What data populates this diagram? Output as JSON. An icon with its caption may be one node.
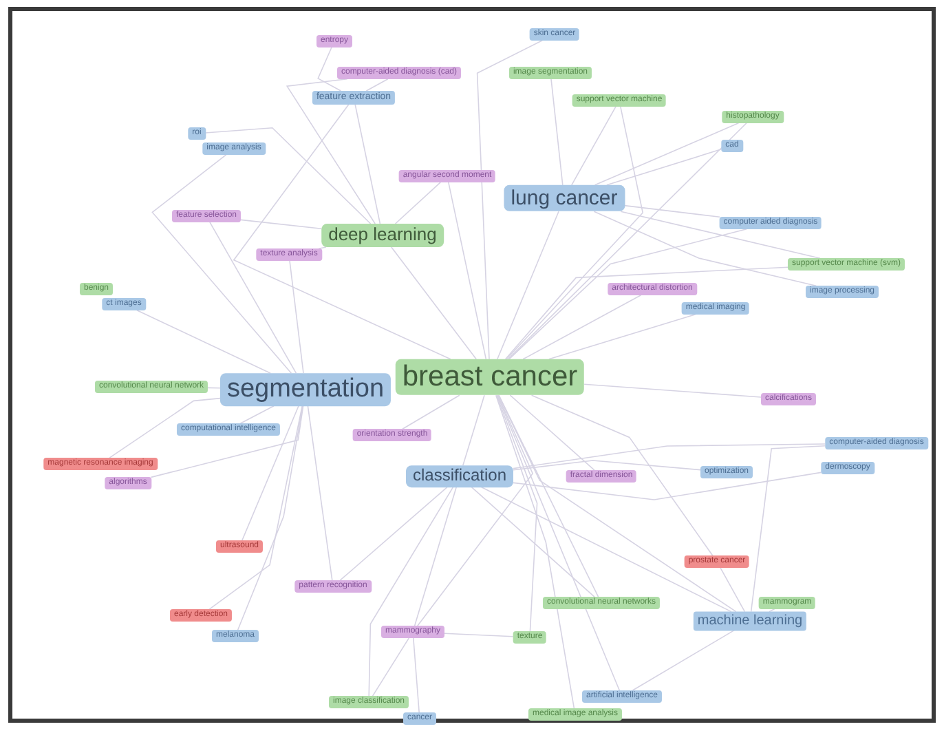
{
  "diagram": {
    "nodes": [
      {
        "text": [
          "skin cancer"
        ]
      },
      {
        "text": [
          "entropy"
        ]
      },
      {
        "text": [
          "computer-aided diagnosis (cad)"
        ]
      },
      {
        "text": [
          "image segmentation"
        ]
      },
      {
        "text": [
          "feature extraction"
        ]
      },
      {
        "text": [
          "support vector machine"
        ]
      },
      {
        "text": [
          "histopathology"
        ]
      },
      {
        "text": [
          "roi"
        ]
      },
      {
        "text": [
          "cad"
        ]
      },
      {
        "text": [
          "image analysis"
        ]
      },
      {
        "text": [
          "angular second moment"
        ]
      },
      {
        "text": [
          "lung cancer"
        ]
      },
      {
        "text": [
          "feature selection"
        ]
      },
      {
        "text": [
          "computer aided diagnosis"
        ]
      },
      {
        "text": [
          "deep learning"
        ]
      },
      {
        "text": [
          "texture analysis"
        ]
      },
      {
        "text": [
          "support vector machine (svm)"
        ]
      },
      {
        "text": [
          "benign"
        ]
      },
      {
        "text": [
          "image processing"
        ]
      },
      {
        "text": [
          "architectural distortion"
        ]
      },
      {
        "text": [
          "ct images"
        ]
      },
      {
        "text": [
          "medical imaging"
        ]
      },
      {
        "text": [
          "breast cancer"
        ]
      },
      {
        "text": [
          "convolutional neural network"
        ]
      },
      {
        "text": [
          "segmentation"
        ]
      },
      {
        "text": [
          "calcifications"
        ]
      },
      {
        "text": [
          "computational intelligence"
        ]
      },
      {
        "text": [
          "orientation strength"
        ]
      },
      {
        "text": [
          "computer-aided diagnosis"
        ]
      },
      {
        "text": [
          "magnetic resonance imaging"
        ]
      },
      {
        "text": [
          "dermoscopy"
        ]
      },
      {
        "text": [
          "optimization"
        ]
      },
      {
        "text": [
          "classification"
        ]
      },
      {
        "text": [
          "fractal dimension"
        ]
      },
      {
        "text": [
          "algorithms"
        ]
      },
      {
        "text": [
          "ultrasound"
        ]
      },
      {
        "text": [
          "prostate cancer"
        ]
      },
      {
        "text": [
          "pattern recognition"
        ]
      },
      {
        "text": [
          "convolutional neural networks"
        ]
      },
      {
        "text": [
          "mammogram"
        ]
      },
      {
        "text": [
          "early detection"
        ]
      },
      {
        "text": [
          "machine learning"
        ]
      },
      {
        "text": [
          "mammography"
        ]
      },
      {
        "text": [
          "melanoma"
        ]
      },
      {
        "text": [
          "texture"
        ]
      },
      {
        "text": [
          "artificial intelligence"
        ]
      },
      {
        "text": [
          "medical image analysis"
        ]
      },
      {
        "text": [
          "image classification"
        ]
      },
      {
        "text": [
          "cancer"
        ]
      }
    ],
    "edges": [
      {
        "from": 22,
        "to": 0,
        "arrow": "none"
      },
      {
        "from": 14,
        "to": 4,
        "arrow": "none"
      },
      {
        "from": 22,
        "to": 4,
        "arrow": "none"
      },
      {
        "from": 22,
        "to": 5,
        "arrow": "none"
      },
      {
        "from": 22,
        "to": 10,
        "arrow": "none"
      },
      {
        "from": 22,
        "to": 11,
        "arrow": "none"
      },
      {
        "from": 22,
        "to": 14,
        "arrow": "none"
      },
      {
        "from": 22,
        "to": 19,
        "arrow": "none"
      },
      {
        "from": 22,
        "to": 21,
        "arrow": "none"
      },
      {
        "from": 22,
        "to": 25,
        "arrow": "none"
      },
      {
        "from": 22,
        "to": 27,
        "arrow": "none"
      },
      {
        "from": 22,
        "to": 32,
        "arrow": "none"
      },
      {
        "from": 22,
        "to": 33,
        "arrow": "none"
      },
      {
        "from": 22,
        "to": 36,
        "arrow": "none"
      },
      {
        "from": 22,
        "to": 38,
        "arrow": "none"
      },
      {
        "from": 22,
        "to": 41,
        "arrow": "none"
      },
      {
        "from": 22,
        "to": 42,
        "arrow": "none"
      },
      {
        "from": 22,
        "to": 44,
        "arrow": "none"
      },
      {
        "from": 22,
        "to": 45,
        "arrow": "none"
      },
      {
        "from": 22,
        "to": 46,
        "arrow": "none"
      },
      {
        "from": 32,
        "to": 47,
        "arrow": "none"
      },
      {
        "from": 22,
        "to": 6,
        "arrow": "none"
      },
      {
        "from": 22,
        "to": 13,
        "arrow": "none"
      },
      {
        "from": 22,
        "to": 16,
        "arrow": "none"
      },
      {
        "from": 24,
        "to": 9,
        "arrow": "none"
      },
      {
        "from": 24,
        "to": 12,
        "arrow": "none"
      },
      {
        "from": 24,
        "to": 15,
        "arrow": "none"
      },
      {
        "from": 24,
        "to": 20,
        "arrow": "none"
      },
      {
        "from": 24,
        "to": 23,
        "arrow": "none"
      },
      {
        "from": 24,
        "to": 26,
        "arrow": "none"
      },
      {
        "from": 24,
        "to": 29,
        "arrow": "none"
      },
      {
        "from": 24,
        "to": 34,
        "arrow": "none"
      },
      {
        "from": 24,
        "to": 35,
        "arrow": "none"
      },
      {
        "from": 24,
        "to": 37,
        "arrow": "none"
      },
      {
        "from": 24,
        "to": 40,
        "arrow": "none"
      },
      {
        "from": 24,
        "to": 43,
        "arrow": "none"
      },
      {
        "from": 4,
        "to": 2,
        "arrow": "none"
      },
      {
        "from": 4,
        "to": 1,
        "arrow": "none"
      },
      {
        "from": 11,
        "to": 6,
        "arrow": "none"
      },
      {
        "from": 11,
        "to": 8,
        "arrow": "none"
      },
      {
        "from": 11,
        "to": 13,
        "arrow": "none"
      },
      {
        "from": 11,
        "to": 16,
        "arrow": "none"
      },
      {
        "from": 11,
        "to": 18,
        "arrow": "none"
      },
      {
        "from": 11,
        "to": 5,
        "arrow": "none"
      },
      {
        "from": 11,
        "to": 3,
        "arrow": "none"
      },
      {
        "from": 32,
        "to": 42,
        "arrow": "none"
      },
      {
        "from": 32,
        "to": 37,
        "arrow": "none"
      },
      {
        "from": 32,
        "to": 38,
        "arrow": "none"
      },
      {
        "from": 32,
        "to": 41,
        "arrow": "none"
      },
      {
        "from": 32,
        "to": 30,
        "arrow": "none"
      },
      {
        "from": 32,
        "to": 31,
        "arrow": "none"
      },
      {
        "from": 32,
        "to": 28,
        "arrow": "none"
      },
      {
        "from": 14,
        "to": 15,
        "arrow": "none"
      },
      {
        "from": 14,
        "to": 12,
        "arrow": "none"
      },
      {
        "from": 14,
        "to": 10,
        "arrow": "none"
      },
      {
        "from": 14,
        "to": 2,
        "arrow": "none"
      },
      {
        "from": 14,
        "to": 7,
        "arrow": "none"
      },
      {
        "from": 41,
        "to": 36,
        "arrow": "none"
      },
      {
        "from": 41,
        "to": 39,
        "arrow": "none"
      },
      {
        "from": 41,
        "to": 45,
        "arrow": "none"
      },
      {
        "from": 41,
        "to": 28,
        "arrow": "none"
      },
      {
        "from": 42,
        "to": 48,
        "arrow": "none"
      },
      {
        "from": 42,
        "to": 47,
        "arrow": "none"
      },
      {
        "from": 42,
        "to": 44,
        "arrow": "none"
      }
    ]
  }
}
